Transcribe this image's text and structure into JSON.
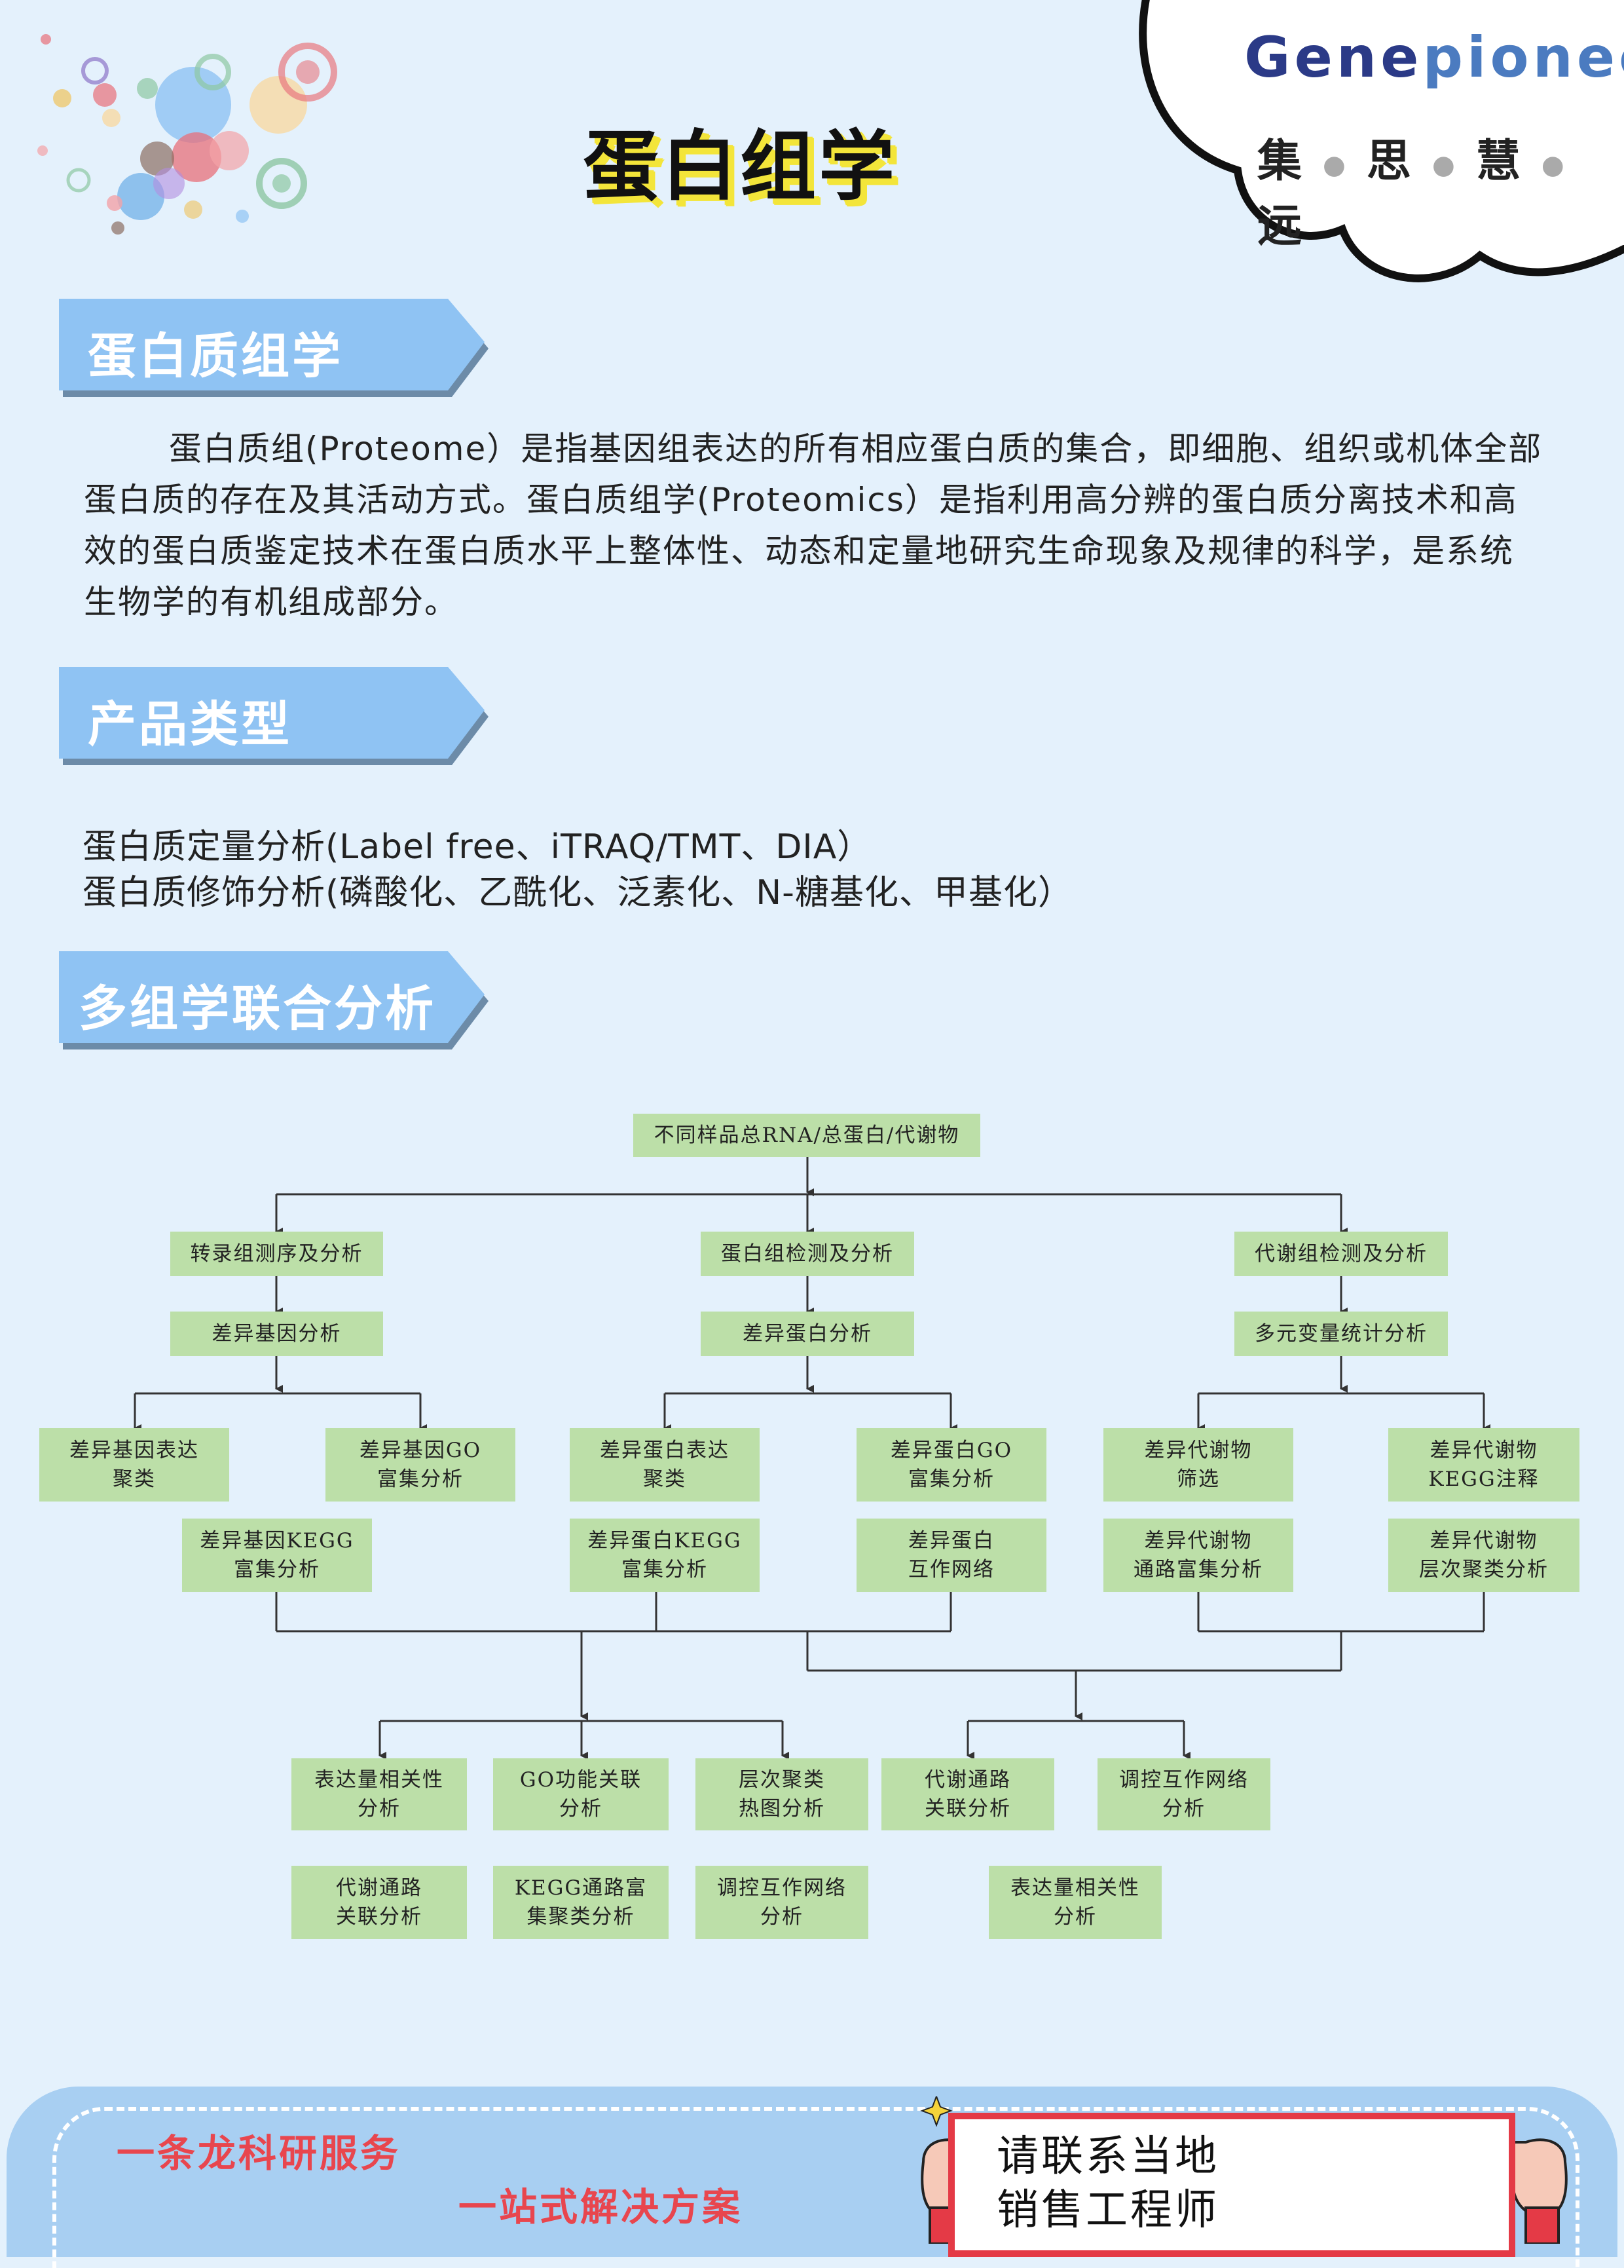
{
  "page": {
    "title": "蛋白组学"
  },
  "logo": {
    "brand_dark": "Gene",
    "brand_light": "pioneer",
    "tagline": [
      "集",
      "思",
      "慧",
      "远"
    ]
  },
  "sections": {
    "proteomics": {
      "heading": "蛋白质组学",
      "body": "蛋白质组(Proteome）是指基因组表达的所有相应蛋白质的集合，即细胞、组织或机体全部蛋白质的存在及其活动方式。蛋白质组学(Proteomics）是指利用高分辨的蛋白质分离技术和高效的蛋白质鉴定技术在蛋白质水平上整体性、动态和定量地研究生命现象及规律的科学，是系统生物学的有机组成部分。"
    },
    "products": {
      "heading": "产品类型",
      "items": [
        "蛋白质定量分析(Label free、iTRAQ/TMT、DIA）",
        "蛋白质修饰分析(磷酸化、乙酰化、泛素化、N-糖基化、甲基化）"
      ]
    },
    "multiomics": {
      "heading": "多组学联合分析"
    }
  },
  "flowchart": {
    "root": "不同样品总RNA/总蛋白/代谢物",
    "transcriptome": "转录组测序及分析",
    "proteome": "蛋白组检测及分析",
    "metabolome": "代谢组检测及分析",
    "diff_gene": "差异基因分析",
    "diff_protein": "差异蛋白分析",
    "multivariate": "多元变量统计分析",
    "gene_cluster": "差异基因表达\n聚类",
    "gene_go": "差异基因GO\n富集分析",
    "protein_cluster": "差异蛋白表达\n聚类",
    "protein_go": "差异蛋白GO\n富集分析",
    "metab_screen": "差异代谢物\n筛选",
    "metab_kegg": "差异代谢物\nKEGG注释",
    "gene_kegg": "差异基因KEGG\n富集分析",
    "protein_kegg": "差异蛋白KEGG\n富集分析",
    "protein_network": "差异蛋白\n互作网络",
    "metab_pathway": "差异代谢物\n通路富集分析",
    "metab_hcluster": "差异代谢物\n层次聚类分析",
    "out_expr_corr": "表达量相关性\n分析",
    "out_go_assoc": "GO功能关联\n分析",
    "out_heatmap": "层次聚类\n热图分析",
    "out_pathway_assoc": "代谢通路\n关联分析",
    "out_network": "调控互作网络\n分析",
    "out_pathway_assoc2": "代谢通路\n关联分析",
    "out_kegg_cluster": "KEGG通路富\n集聚类分析",
    "out_network2": "调控互作网络\n分析",
    "out_expr_corr2": "表达量相关性\n分析"
  },
  "footer": {
    "slogan1": "一条龙科研服务",
    "slogan2": "一站式解决方案",
    "contact_line1": "请联系当地",
    "contact_line2": "销售工程师"
  },
  "colors": {
    "background": "#e4f1fc",
    "banner": "#8fc3f3",
    "node": "#bcdfa8",
    "title_shadow": "#f3e53a",
    "accent_red": "#e8464e",
    "footer": "#a8cff2"
  }
}
